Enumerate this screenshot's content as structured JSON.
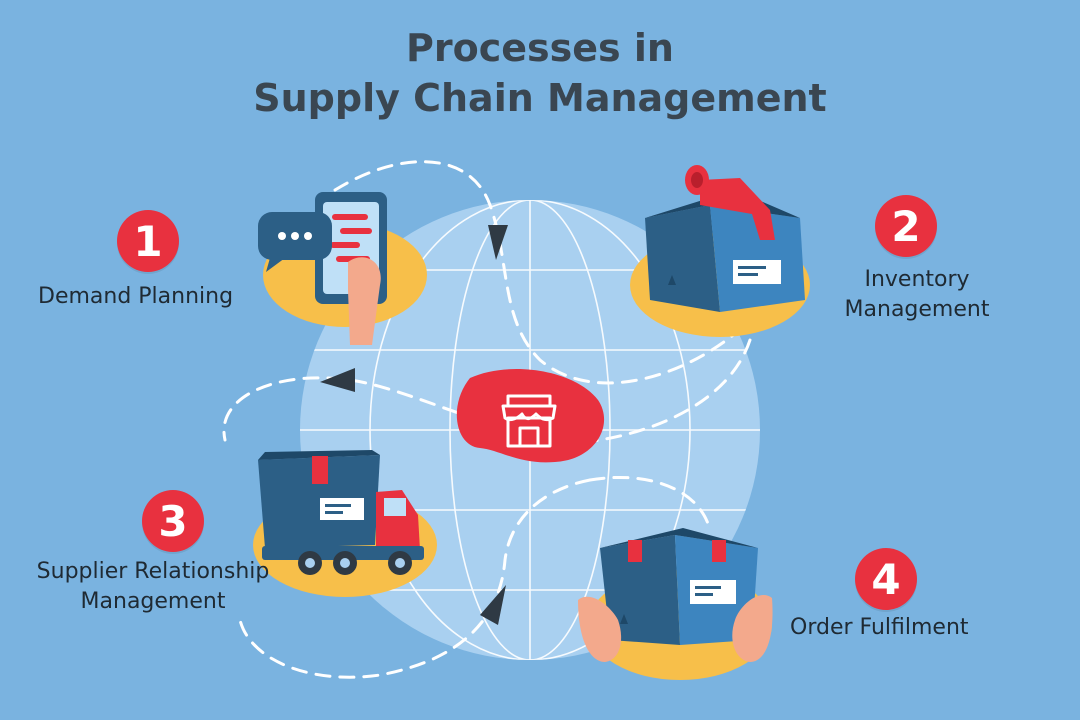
{
  "title": {
    "line1": "Processes in",
    "line2": "Supply Chain Management"
  },
  "steps": [
    {
      "number": "1",
      "label": "Demand Planning"
    },
    {
      "number": "2",
      "label_line1": "Inventory",
      "label_line2": "Management"
    },
    {
      "number": "3",
      "label_line1": "Supplier Relationship",
      "label_line2": "Management"
    },
    {
      "number": "4",
      "label": "Order Fulfilment"
    }
  ],
  "colors": {
    "background": "#7ab3e0",
    "globe": "#a9d0f0",
    "title_text": "#3a4651",
    "badge": "#e8313f",
    "accent_blob": "#f7bf4a",
    "box_dark": "#2c5f86",
    "box_light": "#3d85bf",
    "truck": "#e8313f",
    "store_blob": "#e8313f"
  },
  "icons": [
    "smartphone-chat-icon",
    "warehouse-box-icon",
    "delivery-truck-icon",
    "hands-box-icon",
    "store-icon"
  ]
}
